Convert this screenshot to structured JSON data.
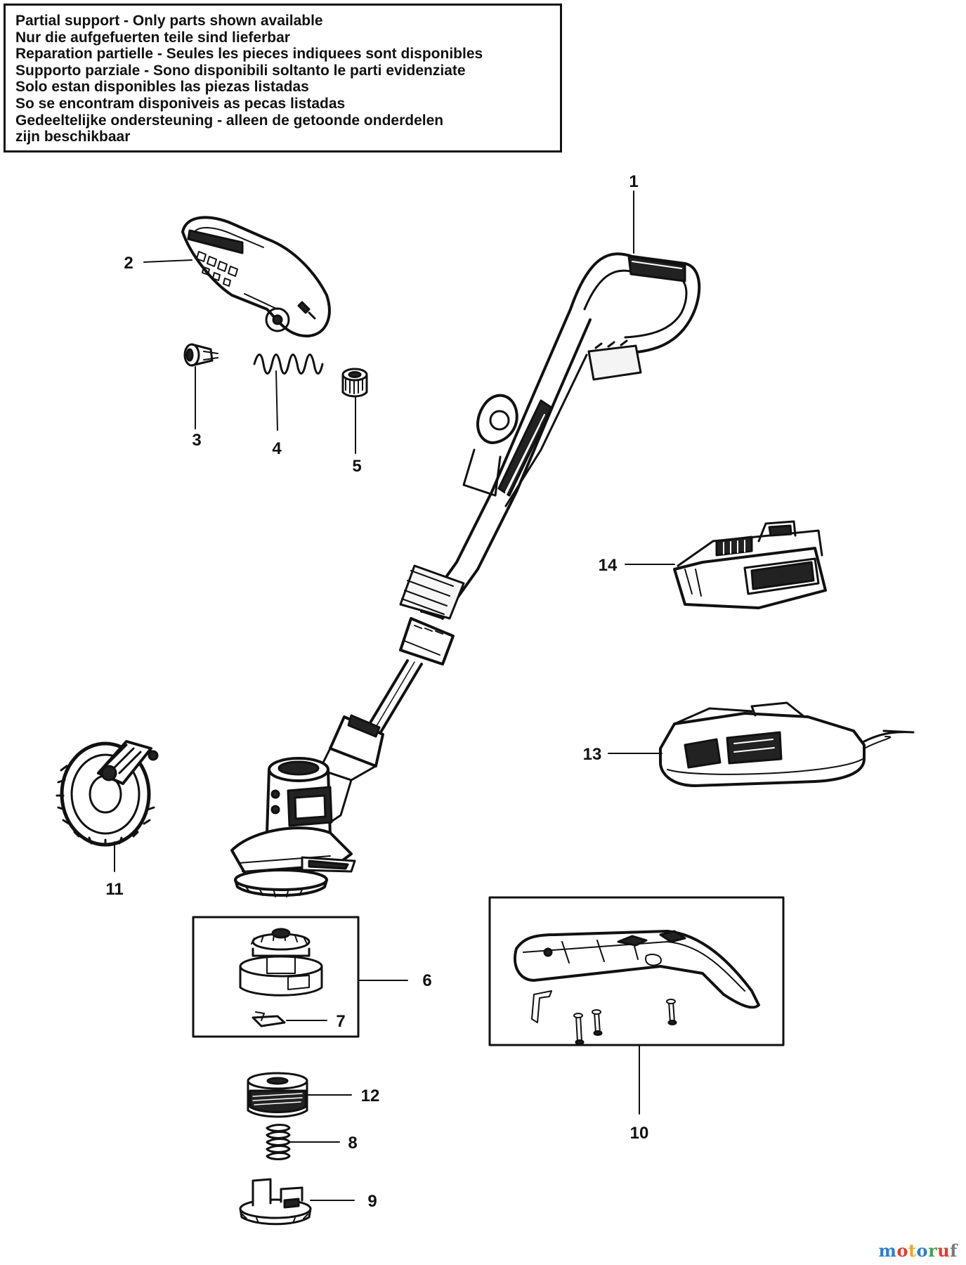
{
  "notice": {
    "lines": [
      "Partial support - Only parts shown available",
      "Nur die aufgefuerten teile sind lieferbar",
      "Reparation partielle - Seules les pieces indiquees sont disponibles",
      "Supporto parziale - Sono disponibili soltanto le parti evidenziate",
      "Solo estan disponibles las piezas listadas",
      "So se encontram disponiveis as pecas listadas",
      "Gedeeltelijke ondersteuning - alleen de getoonde onderdelen",
      "zijn beschikbaar"
    ]
  },
  "parts": {
    "p1": "1",
    "p2": "2",
    "p3": "3",
    "p4": "4",
    "p5": "5",
    "p6": "6",
    "p7": "7",
    "p8": "8",
    "p9": "9",
    "p10": "10",
    "p11": "11",
    "p12": "12",
    "p13": "13",
    "p14": "14"
  },
  "watermark": [
    "m",
    "o",
    "t",
    "o",
    "r",
    "u",
    "f"
  ]
}
